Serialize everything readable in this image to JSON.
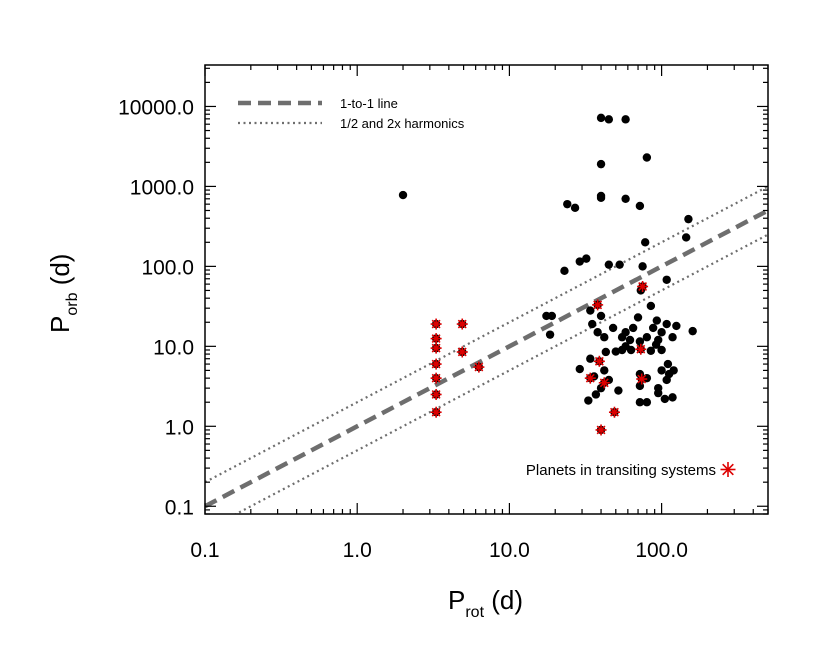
{
  "chart_data": {
    "type": "scatter",
    "title": "",
    "xlabel": {
      "main": "P",
      "sub": "rot",
      "unit": " (d)"
    },
    "ylabel": {
      "main": "P",
      "sub": "orb",
      "unit": " (d)"
    },
    "x_scale": "log",
    "y_scale": "log",
    "xlim": [
      0.1,
      500
    ],
    "ylim": [
      0.08,
      33000
    ],
    "x_ticks": [
      {
        "value": 0.1,
        "label": "0.1"
      },
      {
        "value": 1,
        "label": "1.0"
      },
      {
        "value": 10,
        "label": "10.0"
      },
      {
        "value": 100,
        "label": "100.0"
      }
    ],
    "y_ticks": [
      {
        "value": 0.1,
        "label": "0.1"
      },
      {
        "value": 1,
        "label": "1.0"
      },
      {
        "value": 10,
        "label": "10.0"
      },
      {
        "value": 100,
        "label": "100.0"
      },
      {
        "value": 1000,
        "label": "1000.0"
      },
      {
        "value": 10000,
        "label": "10000.0"
      }
    ],
    "grid": false,
    "legend": {
      "placement": "top-left",
      "entries": [
        {
          "label": "1-to-1 line",
          "style": "dashed",
          "color": "#6e6e6e"
        },
        {
          "label": "1/2 and 2x harmonics",
          "style": "dotted",
          "color": "#6e6e6e"
        }
      ]
    },
    "transit_legend": {
      "label": "Planets in transiting systems",
      "placement": "bottom-right",
      "color": "#dd0000"
    },
    "reference_lines": [
      {
        "label": "1-to-1 line",
        "factor": 1,
        "style": "dashed"
      },
      {
        "label": "1/2 and 2x harmonics",
        "factor": 2,
        "style": "dotted"
      },
      {
        "label": "1/2 and 2x harmonics",
        "factor": 0.5,
        "style": "dotted"
      }
    ],
    "series": [
      {
        "marker": "filled-circle",
        "color": "#000000",
        "points": [
          [
            2.0,
            780
          ],
          [
            40,
            7200
          ],
          [
            45,
            6900
          ],
          [
            58,
            6900
          ],
          [
            40,
            1900
          ],
          [
            80,
            2300
          ],
          [
            40,
            720
          ],
          [
            40,
            760
          ],
          [
            58,
            700
          ],
          [
            72,
            570
          ],
          [
            24,
            600
          ],
          [
            27,
            540
          ],
          [
            150,
            390
          ],
          [
            145,
            230
          ],
          [
            78,
            200
          ],
          [
            32,
            125
          ],
          [
            29,
            115
          ],
          [
            23,
            88
          ],
          [
            45,
            105
          ],
          [
            53,
            105
          ],
          [
            75,
            100
          ],
          [
            73,
            50
          ],
          [
            108,
            68
          ],
          [
            85,
            32
          ],
          [
            17.5,
            24
          ],
          [
            19,
            24
          ],
          [
            18.5,
            14
          ],
          [
            34,
            28
          ],
          [
            40,
            24
          ],
          [
            93,
            21
          ],
          [
            35,
            19
          ],
          [
            38,
            15
          ],
          [
            42,
            13
          ],
          [
            48,
            17
          ],
          [
            55,
            13
          ],
          [
            58,
            15
          ],
          [
            62,
            12
          ],
          [
            65,
            17
          ],
          [
            70,
            23
          ],
          [
            80,
            13
          ],
          [
            88,
            17
          ],
          [
            95,
            12
          ],
          [
            100,
            15
          ],
          [
            108,
            19
          ],
          [
            118,
            13
          ],
          [
            125,
            18
          ],
          [
            160,
            15.5
          ],
          [
            43,
            8.5
          ],
          [
            50,
            8.6
          ],
          [
            55,
            9
          ],
          [
            58,
            10
          ],
          [
            63,
            9
          ],
          [
            72,
            11.5
          ],
          [
            85,
            8.8
          ],
          [
            92,
            10.5
          ],
          [
            100,
            9
          ],
          [
            110,
            6
          ],
          [
            34,
            7
          ],
          [
            42,
            5
          ],
          [
            29,
            5.2
          ],
          [
            36,
            4.2
          ],
          [
            45,
            3.8
          ],
          [
            72,
            4.5
          ],
          [
            80,
            4
          ],
          [
            100,
            5
          ],
          [
            112,
            4.5
          ],
          [
            120,
            5
          ],
          [
            40,
            3
          ],
          [
            37,
            2.5
          ],
          [
            52,
            2.8
          ],
          [
            72,
            3.2
          ],
          [
            95,
            3
          ],
          [
            108,
            3.8
          ],
          [
            33,
            2.1
          ],
          [
            72,
            2
          ],
          [
            80,
            2
          ],
          [
            95,
            2.6
          ],
          [
            105,
            2.2
          ],
          [
            118,
            2.3
          ]
        ]
      },
      {
        "name": "Planets in transiting systems",
        "marker": "asterisk",
        "color": "#dd0000",
        "points": [
          [
            3.3,
            19
          ],
          [
            3.3,
            12.5
          ],
          [
            3.3,
            9.5
          ],
          [
            3.3,
            6
          ],
          [
            3.3,
            4
          ],
          [
            3.3,
            2.5
          ],
          [
            3.3,
            1.5
          ],
          [
            4.9,
            19
          ],
          [
            4.9,
            8.5
          ],
          [
            6.3,
            5.5
          ],
          [
            38,
            33
          ],
          [
            39,
            6.5
          ],
          [
            34,
            4
          ],
          [
            42,
            3.5
          ],
          [
            49,
            1.5
          ],
          [
            40,
            0.9
          ],
          [
            75,
            56
          ],
          [
            73,
            9.2
          ],
          [
            74,
            3.9
          ]
        ]
      }
    ]
  }
}
